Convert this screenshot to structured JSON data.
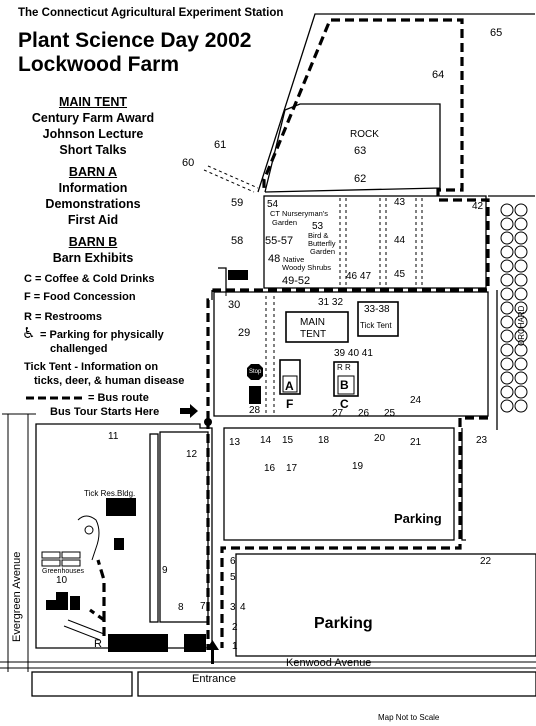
{
  "header": {
    "station": "The Connecticut Agricultural Experiment Station",
    "title_line1": "Plant Science Day 2002",
    "title_line2": "Lockwood Farm"
  },
  "legend": {
    "main_tent_heading": "MAIN TENT",
    "main_tent_items": [
      "Century Farm Award",
      "Johnson Lecture",
      "Short Talks"
    ],
    "barn_a_heading": "BARN A",
    "barn_a_items": [
      "Information",
      "Demonstrations",
      "First Aid"
    ],
    "barn_b_heading": "BARN B",
    "barn_b_items": [
      "Barn Exhibits"
    ],
    "key": {
      "coffee": "C = Coffee & Cold Drinks",
      "food": "F = Food Concession",
      "restrooms": "R = Restrooms",
      "parking_challenged_1": "= Parking for physically",
      "parking_challenged_2": "challenged",
      "tick_tent_1": "Tick Tent - Information on",
      "tick_tent_2": "ticks, deer, & human disease",
      "bus_route": "= Bus route",
      "bus_tour": "Bus Tour Starts Here"
    }
  },
  "places": {
    "rock": "ROCK",
    "main_tent": "MAIN",
    "main_tent_2": "TENT",
    "tick_tent": "Tick Tent",
    "stop": "Stop",
    "barn_a": "A",
    "barn_b": "B",
    "food": "F",
    "coffee": "C",
    "restrooms_b": "R R",
    "orchard": "ORCHARD",
    "ct_nursery_1": "CT Nurseryman's",
    "ct_nursery_2": "Garden",
    "bird_1": "Bird &",
    "bird_2": "Butterfly",
    "bird_3": "Garden",
    "native_1": "Native",
    "native_2": "Woody Shrubs",
    "tick_res": "Tick Res.Bldg.",
    "greenhouses": "Greenhouses",
    "restroom_r": "R",
    "parking_east": "Parking",
    "parking_south": "Parking",
    "evergreen": "Evergreen Avenue",
    "kenwood": "Kenwood Avenue",
    "entrance": "Entrance",
    "not_to_scale": "Map Not to Scale"
  },
  "plots": {
    "p65": "65",
    "p64": "64",
    "p63": "63",
    "p62": "62",
    "p61": "61",
    "p60": "60",
    "p59": "59",
    "p58": "58",
    "p54": "54",
    "p53": "53",
    "p55_57": "55-57",
    "p48": "48",
    "p49_52": "49-52",
    "p46_47": "46 47",
    "p45": "45",
    "p44": "44",
    "p43": "43",
    "p42": "42",
    "p30": "30",
    "p29": "29",
    "p31_32": "31 32",
    "p33_38": "33-38",
    "p39_41": "39 40 41",
    "p28": "28",
    "p27": "27",
    "p26": "26",
    "p25": "25",
    "p24": "24",
    "p23": "23",
    "p21": "21",
    "p20": "20",
    "p19": "19",
    "p18": "18",
    "p17": "17",
    "p16": "16",
    "p15": "15",
    "p14": "14",
    "p13": "13",
    "p12": "12",
    "p11": "11",
    "p10": "10",
    "p9": "9",
    "p8": "8",
    "p7": "7",
    "p6": "6",
    "p5": "5",
    "p4": "4",
    "p3": "3",
    "p2": "2",
    "p1": "1",
    "p22": "22"
  }
}
